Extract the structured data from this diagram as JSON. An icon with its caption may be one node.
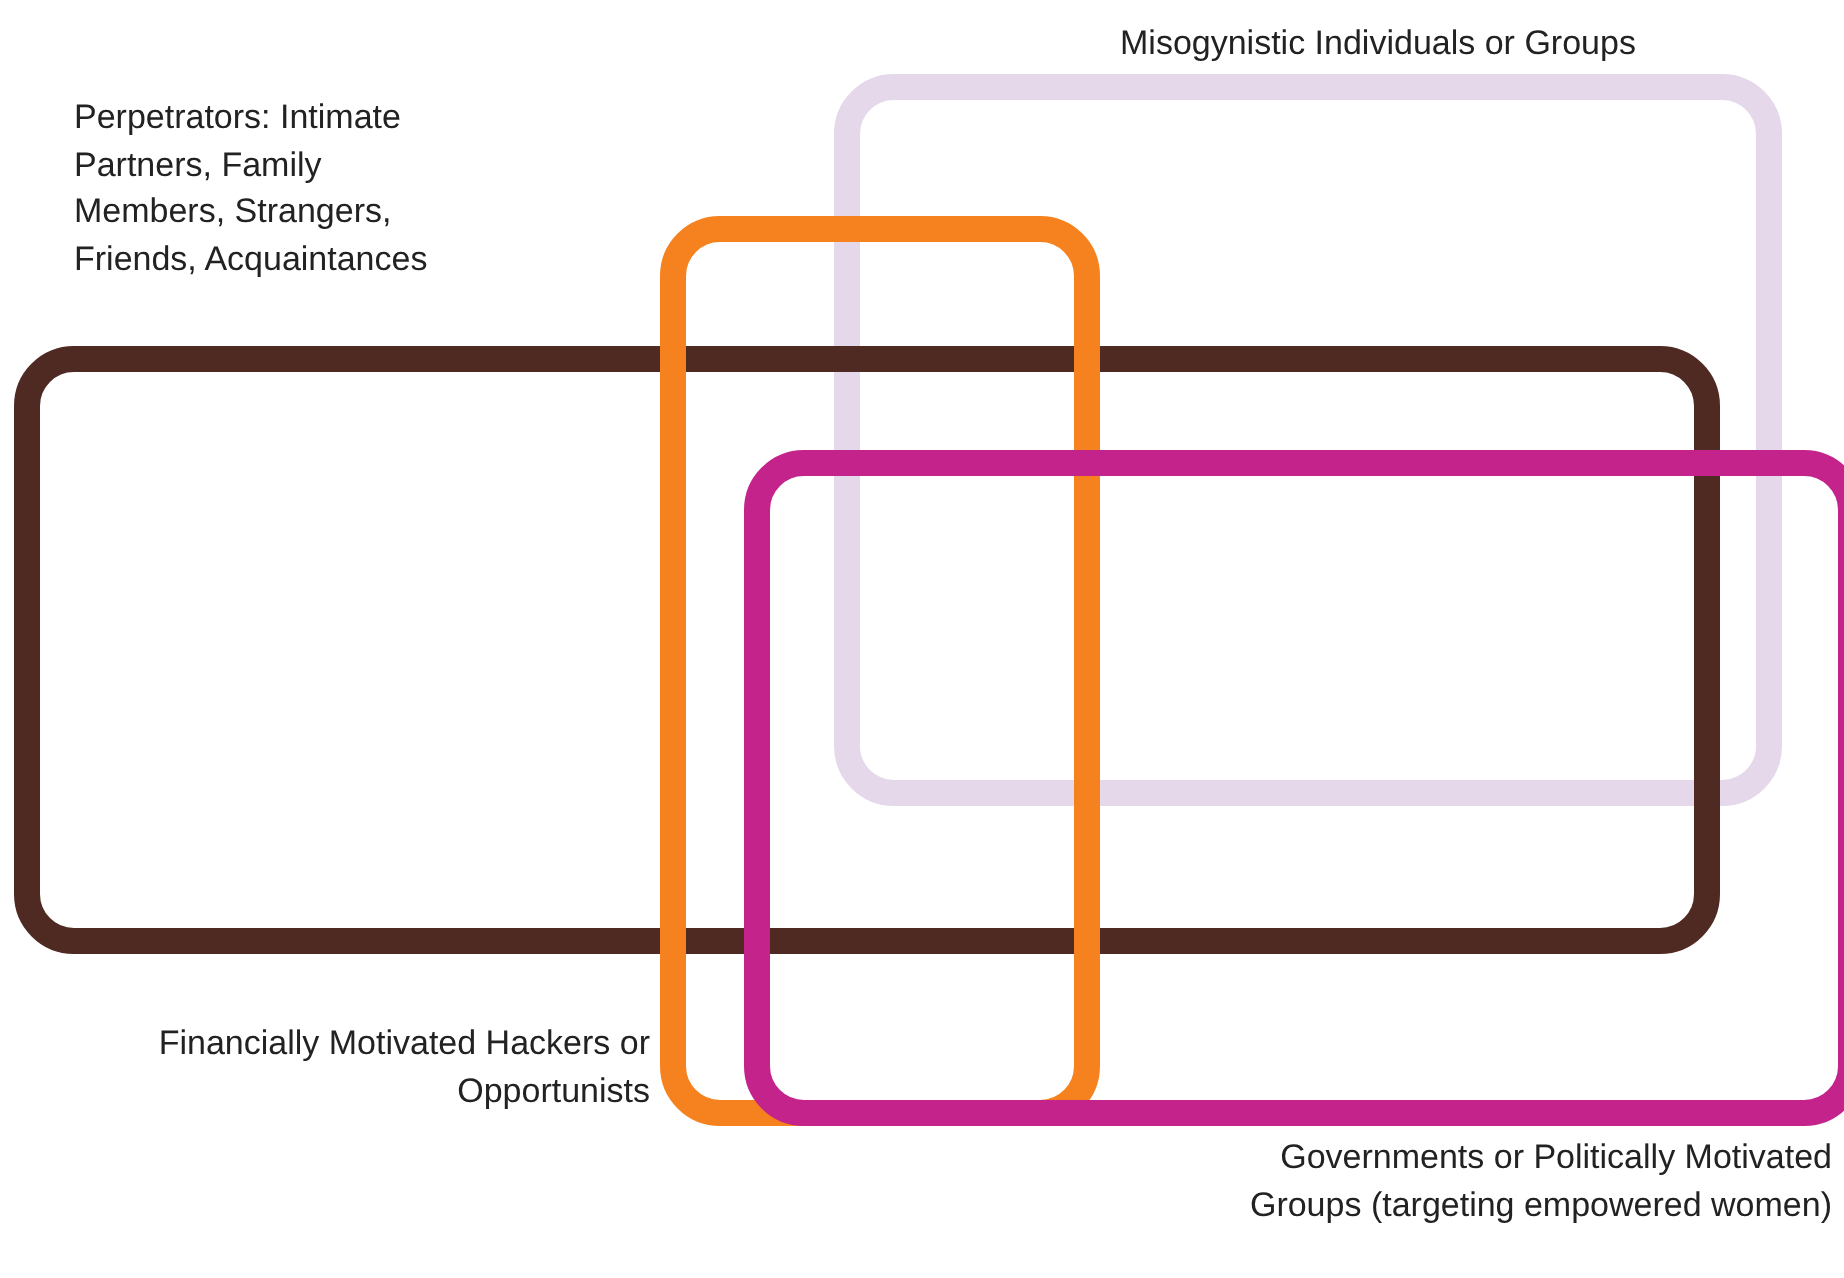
{
  "diagram": {
    "nodes": [
      {
        "text": [
          "Misogynistic Individuals or Groups"
        ]
      },
      {
        "text": [
          "Perpetrators: Intimate Partners, Family Members, Strangers, Friends, Acquaintances"
        ]
      },
      {
        "text": [
          "Financially Motivated Hackers or Opportunists"
        ]
      },
      {
        "text": [
          "Governments or Politically Motivated Groups (targeting empowered women)"
        ]
      }
    ]
  }
}
